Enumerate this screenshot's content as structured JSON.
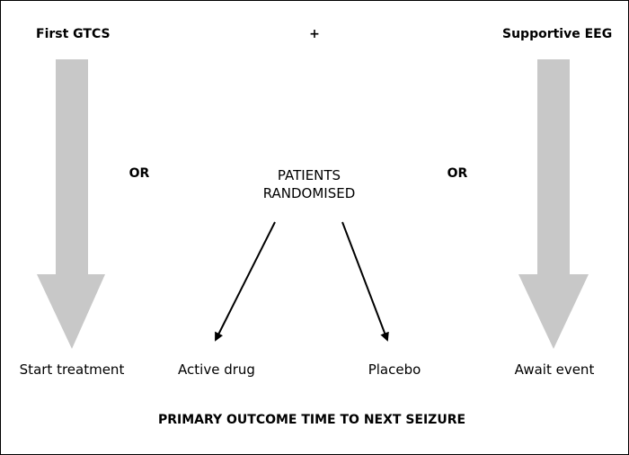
{
  "header": {
    "left_label": "First GTCS",
    "plus_sign": "+",
    "right_label": "Supportive EEG"
  },
  "middle": {
    "or_left": "OR",
    "or_right": "OR",
    "randomised_line1": "PATIENTS",
    "randomised_line2": "RANDOMISED"
  },
  "outcomes": {
    "start_treatment": "Start treatment",
    "active_drug": "Active drug",
    "placebo": "Placebo",
    "await_event": "Await event"
  },
  "footer": {
    "primary_outcome": "PRIMARY OUTCOME TIME TO NEXT SEIZURE"
  },
  "colors": {
    "big_arrow_fill": "#c8c8c8",
    "line": "#000000",
    "background": "#ffffff"
  }
}
